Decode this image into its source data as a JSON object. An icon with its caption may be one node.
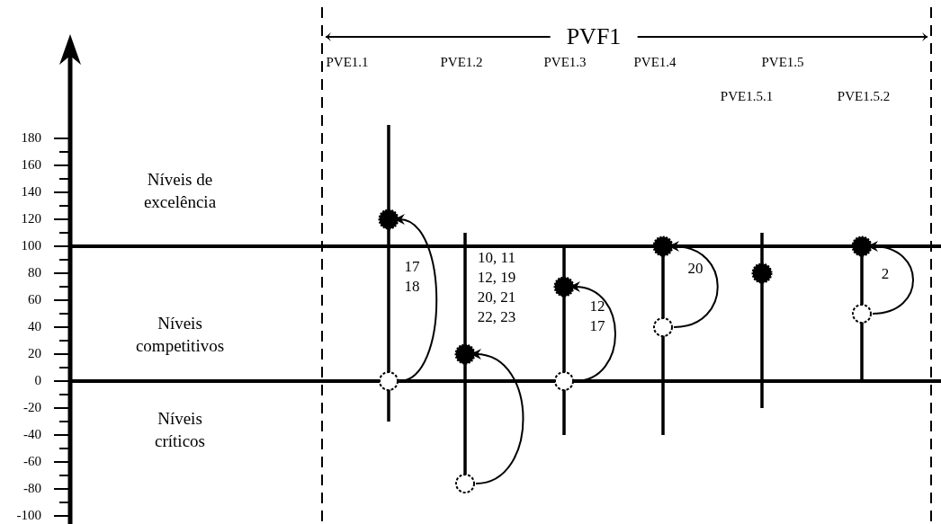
{
  "diagram": {
    "nodes": [
      {
        "text": [],
        "shape": "circle"
      },
      {
        "text": [],
        "shape": "circle"
      },
      {
        "text": [],
        "shape": "circle"
      },
      {
        "text": [],
        "shape": "circle"
      },
      {
        "text": [],
        "shape": "circle"
      },
      {
        "text": [],
        "shape": "circle"
      },
      {
        "text": [],
        "shape": "circle"
      },
      {
        "text": [],
        "shape": "circle"
      },
      {
        "text": [],
        "shape": "circle"
      },
      {
        "text": [],
        "shape": "circle"
      },
      {
        "text": [],
        "shape": "circle"
      }
    ],
    "edges": [
      {
        "from": 1,
        "to": 0,
        "arrow": "to",
        "label": "17 18"
      },
      {
        "from": 3,
        "to": 2,
        "arrow": "to",
        "label": "10, 11 12, 19 20, 21 22, 23"
      },
      {
        "from": 5,
        "to": 4,
        "arrow": "to",
        "label": "12 17"
      },
      {
        "from": 7,
        "to": 6,
        "arrow": "to",
        "label": "20"
      },
      {
        "from": 10,
        "to": 9,
        "arrow": "to",
        "label": "2"
      }
    ],
    "labels": [
      "PVF1",
      "PVE1.1",
      "PVE1.2",
      "PVE1.3",
      "PVE1.4",
      "PVE1.5",
      "PVE1.5.1",
      "PVE1.5.2",
      "180",
      "160",
      "140",
      "120",
      "100",
      "80",
      "60",
      "40",
      "20",
      "0",
      "-20",
      "-40",
      "-60",
      "-80",
      "-100",
      "Níveis de excelência",
      "Níveis competitivos",
      "Níveis críticos"
    ]
  }
}
